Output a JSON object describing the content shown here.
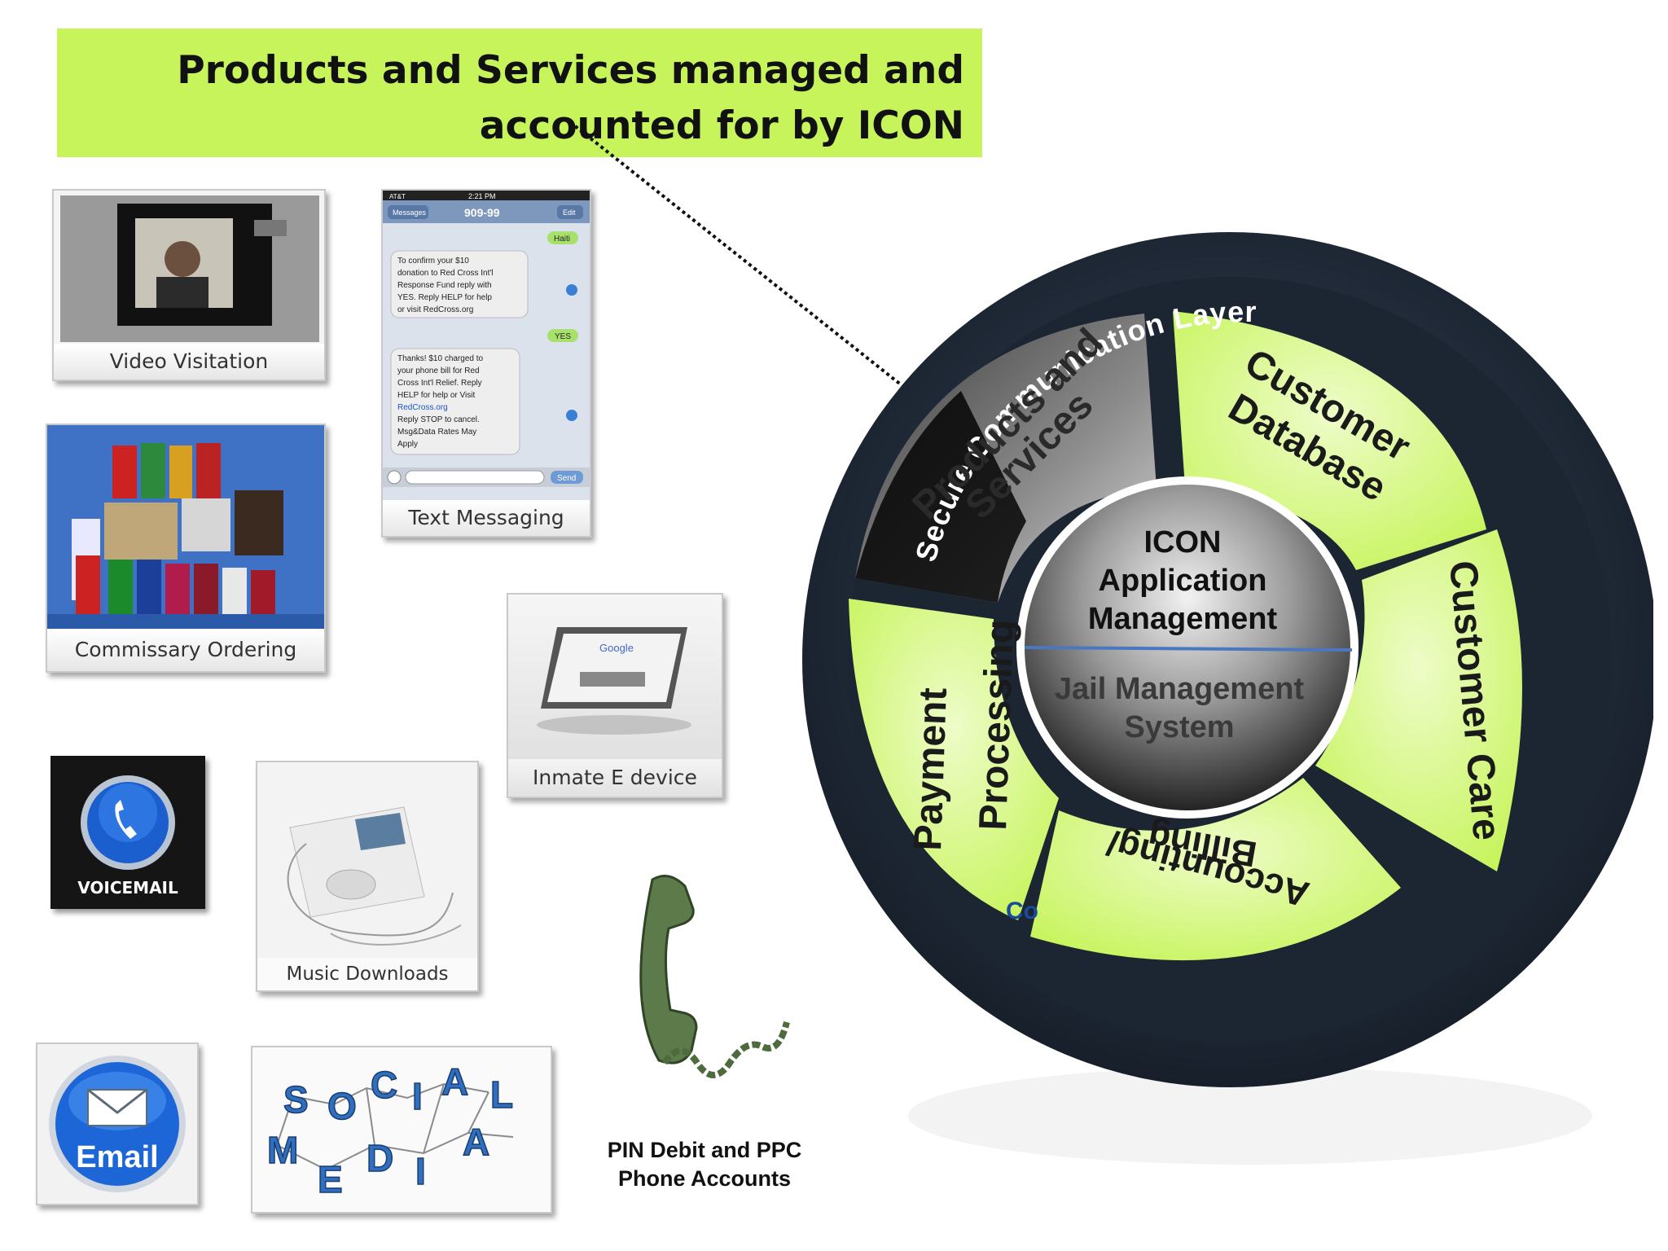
{
  "banner": {
    "line1": "Products and Services managed and",
    "line2": "accounted for by ICON"
  },
  "tiles": {
    "video_visitation": "Video Visitation",
    "text_messaging": "Text Messaging",
    "commissary_ordering": "Commissary Ordering",
    "inmate_e_device": "Inmate E device",
    "voicemail": "VOICEMAIL",
    "music_downloads": "Music Downloads",
    "email": "Email",
    "social_media": [
      "S",
      "O",
      "C",
      "I",
      "A",
      "L",
      "M",
      "E",
      "D",
      "I",
      "A"
    ]
  },
  "sms": {
    "carrier": "AT&T",
    "time": "2:21 PM",
    "back_button": "Messages",
    "number": "909-99",
    "edit_button": "Edit",
    "bubble_haiti": "Haiti",
    "msg1": [
      "To confirm your $10",
      "donation to Red Cross Int'l",
      "Response Fund reply with",
      "YES. Reply HELP for help",
      "or visit RedCross.org"
    ],
    "bubble_yes": "YES",
    "msg2": [
      "Thanks! $10 charged to",
      "your phone bill for Red",
      "Cross Int'l Relief. Reply",
      "HELP for help or Visit",
      "RedCross.org",
      "Reply STOP to cancel.",
      "Msg&Data Rates May",
      "Apply"
    ],
    "send_button": "Send"
  },
  "device_screen": "Google",
  "phone_accounts": {
    "line1": "PIN Debit and PPC",
    "line2": "Phone Accounts"
  },
  "wheel": {
    "ring_label": "Secure Communication Layer",
    "products": [
      "Products and",
      "Services"
    ],
    "customer_db": [
      "Customer",
      "Database"
    ],
    "customer_care": "Customer Care",
    "accounting": [
      "Accounting/",
      "Billing"
    ],
    "payment": [
      "Payment",
      "Processing"
    ],
    "center_top": [
      "ICON",
      "Application",
      "Management"
    ],
    "center_bottom": [
      "Jail Management",
      "System"
    ],
    "fragment": "Co"
  },
  "colors": {
    "lime": "#c6f45a",
    "ring": "#1a2230",
    "accent_line": "#4a78c0"
  }
}
